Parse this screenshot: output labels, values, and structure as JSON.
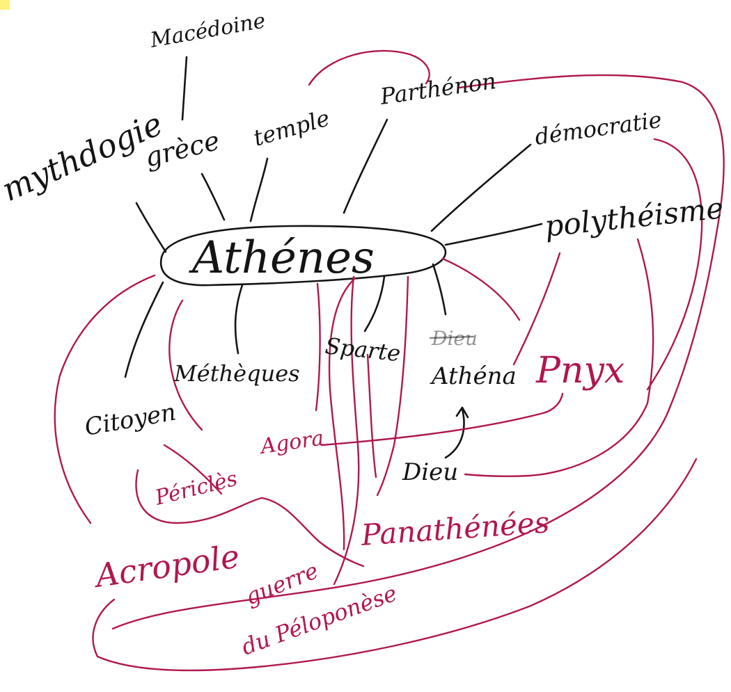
{
  "diagram": {
    "center": "Athénes",
    "black_labels": {
      "macedoine": "Macédoine",
      "grece": "grèce",
      "mythologie": "mythdogie",
      "temple": "temple",
      "parthenon": "Parthénon",
      "democratie": "démocratie",
      "polytheisme": "polythéisme",
      "metheques": "Méthèques",
      "citoyen": "Citoyen",
      "sparte": "Sparte",
      "athena": "Athéna",
      "dieu_scratched": "Dieu",
      "dieu": "Dieu"
    },
    "red_labels": {
      "pnyx": "Pnyx",
      "agora": "Agora",
      "pericles": "Périclès",
      "acropole": "Acropole",
      "panathenees": "Panathénées",
      "guerre": "guerre",
      "peloponese": "du Péloponèse"
    },
    "colors": {
      "black_ink": "#141414",
      "red_ink": "#b0174f",
      "corner_mark": "#fff27a"
    }
  }
}
